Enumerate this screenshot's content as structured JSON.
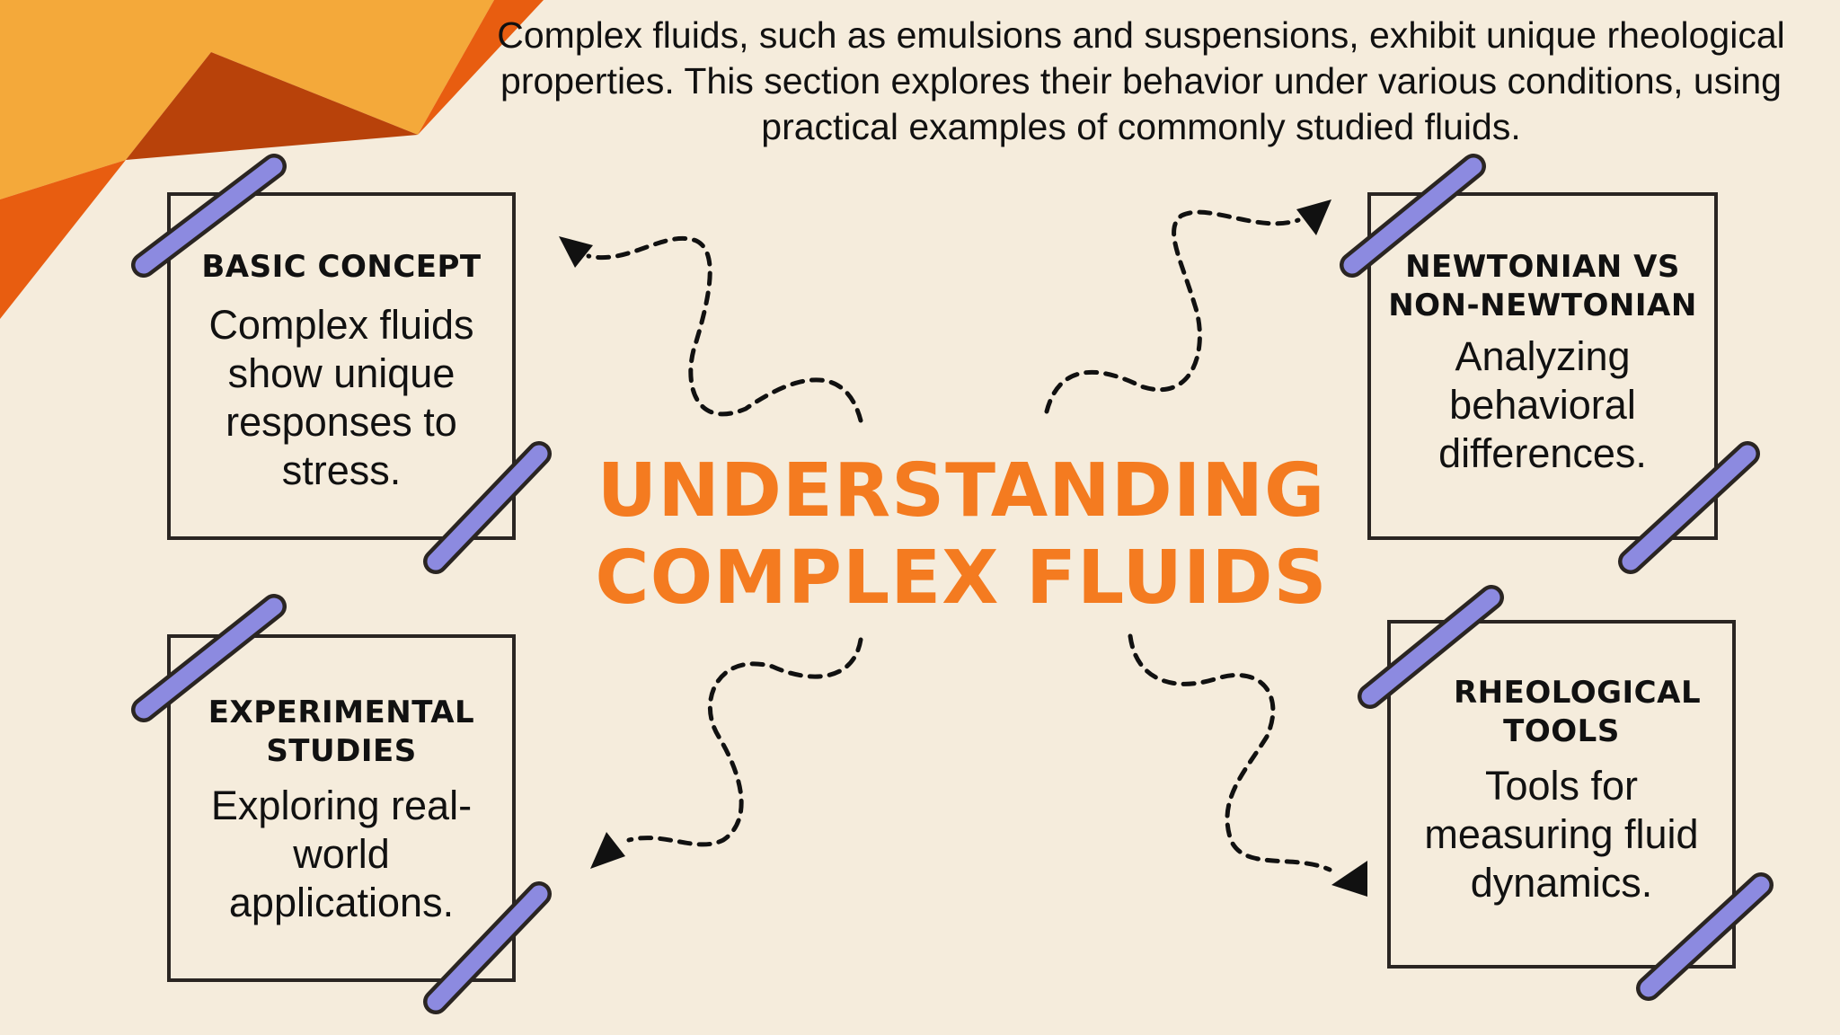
{
  "intro": {
    "text": "Complex fluids, such as emulsions and suspensions, exhibit unique rheological properties. This section explores their behavior under various conditions, using practical examples of commonly studied fluids."
  },
  "center": {
    "line1": "UNDERSTANDING",
    "line2": "COMPLEX FLUIDS"
  },
  "cards": {
    "basic": {
      "title": "BASIC CONCEPT",
      "text": "Complex fluids show unique responses to stress."
    },
    "newtonian": {
      "title": "NEWTONIAN VS NON-NEWTONIAN",
      "text": "Analyzing behavioral differences."
    },
    "experimental": {
      "title": "EXPERIMENTAL STUDIES",
      "text": "Exploring real-world applications."
    },
    "tools": {
      "title": "RHEOLOGICAL TOOLS",
      "text": "Tools for measuring fluid dynamics."
    }
  },
  "colors": {
    "background": "#f5ecdc",
    "accent_orange": "#f47b20",
    "corner_light": "#f4a93a",
    "corner_mid": "#e85d10",
    "corner_dark": "#b8420a",
    "tape": "#8c8ae0",
    "border": "#2a2522"
  }
}
